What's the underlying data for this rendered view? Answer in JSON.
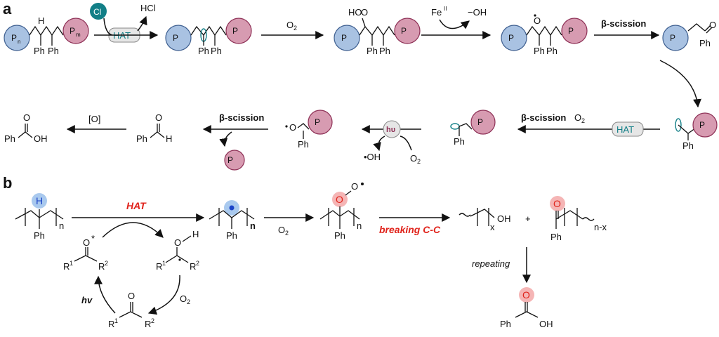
{
  "panels": {
    "a": "a",
    "b": "b"
  },
  "chem": {
    "Pn": "P",
    "Pm": "P",
    "n": "n",
    "m": "m",
    "Ph": "Ph",
    "H": "H",
    "HCl": "HCl",
    "HAT": "HAT",
    "O2": "O",
    "sub2": "2",
    "HOO": "HO",
    "O": "O",
    "Fe": "Fe",
    "FeSup": "II",
    "OH_minus": "−OH",
    "beta_scission": "β-scission",
    "hv_a": "hυ",
    "OH_rad": "•OH",
    "Oox": "[O]",
    "OH": "OH",
    "Cl": "Cl"
  },
  "panel_b": {
    "HAT": "HAT",
    "breaking": "breaking C-C",
    "repeating": "repeating",
    "hv": "hv",
    "n": "n",
    "x": "x",
    "nx": "n-x",
    "plus": "+",
    "R1": "R",
    "R2": "R",
    "sup1": "1",
    "sup2": "2",
    "OH": "OH",
    "O": "O",
    "H": "H",
    "Ph": "Ph",
    "star": "*"
  }
}
